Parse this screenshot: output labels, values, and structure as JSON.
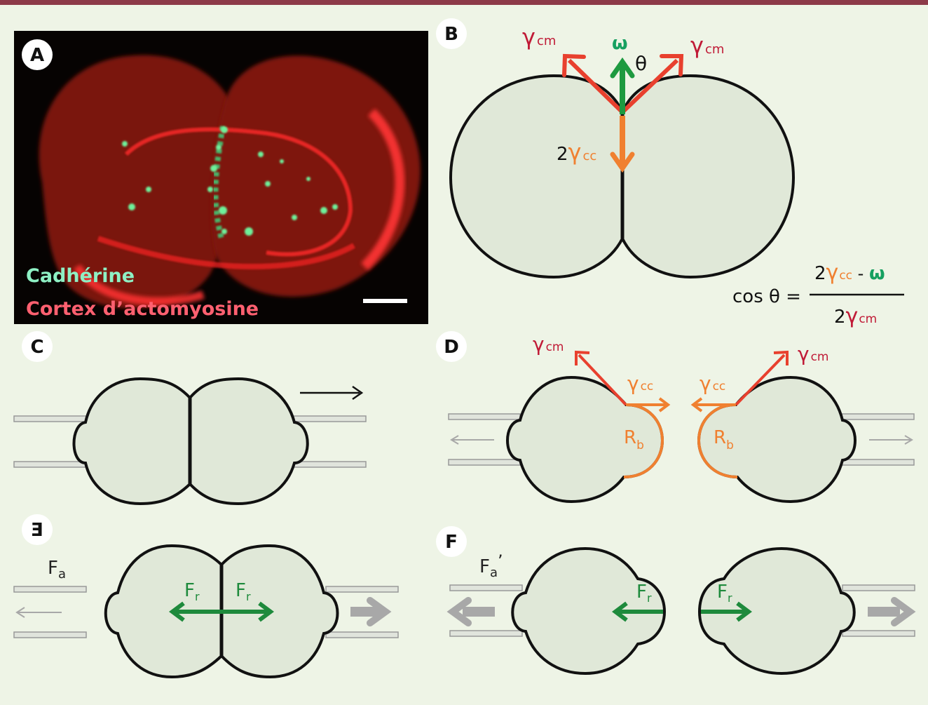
{
  "panels": {
    "A": {
      "badge": "A",
      "legend_cadherin": "Cadhérine",
      "legend_cortex": "Cortex d’actomyosine"
    },
    "B": {
      "badge": "B",
      "gamma_sym": "γ",
      "cm": "cm",
      "cc": "cc",
      "omega": "ω",
      "theta": "θ",
      "two": "2",
      "formula_lhs": "cos θ =",
      "minus": " - "
    },
    "C": {
      "badge": "C"
    },
    "D": {
      "badge": "D",
      "R": "R",
      "b": "b"
    },
    "E": {
      "badge": "E",
      "F": "F",
      "a": "a",
      "r": "r"
    },
    "F": {
      "badge": "F",
      "prime": "’"
    }
  },
  "colors": {
    "background": "#eef4e6",
    "top_bar": "#8c3a48",
    "cell_fill": "#e0e8d8",
    "red": "#e8402e",
    "dark_red": "#c01a36",
    "orange": "#f08030",
    "green": "#1e8a3c",
    "teal": "#16a060",
    "grey_arrow": "#a8a8a8"
  }
}
